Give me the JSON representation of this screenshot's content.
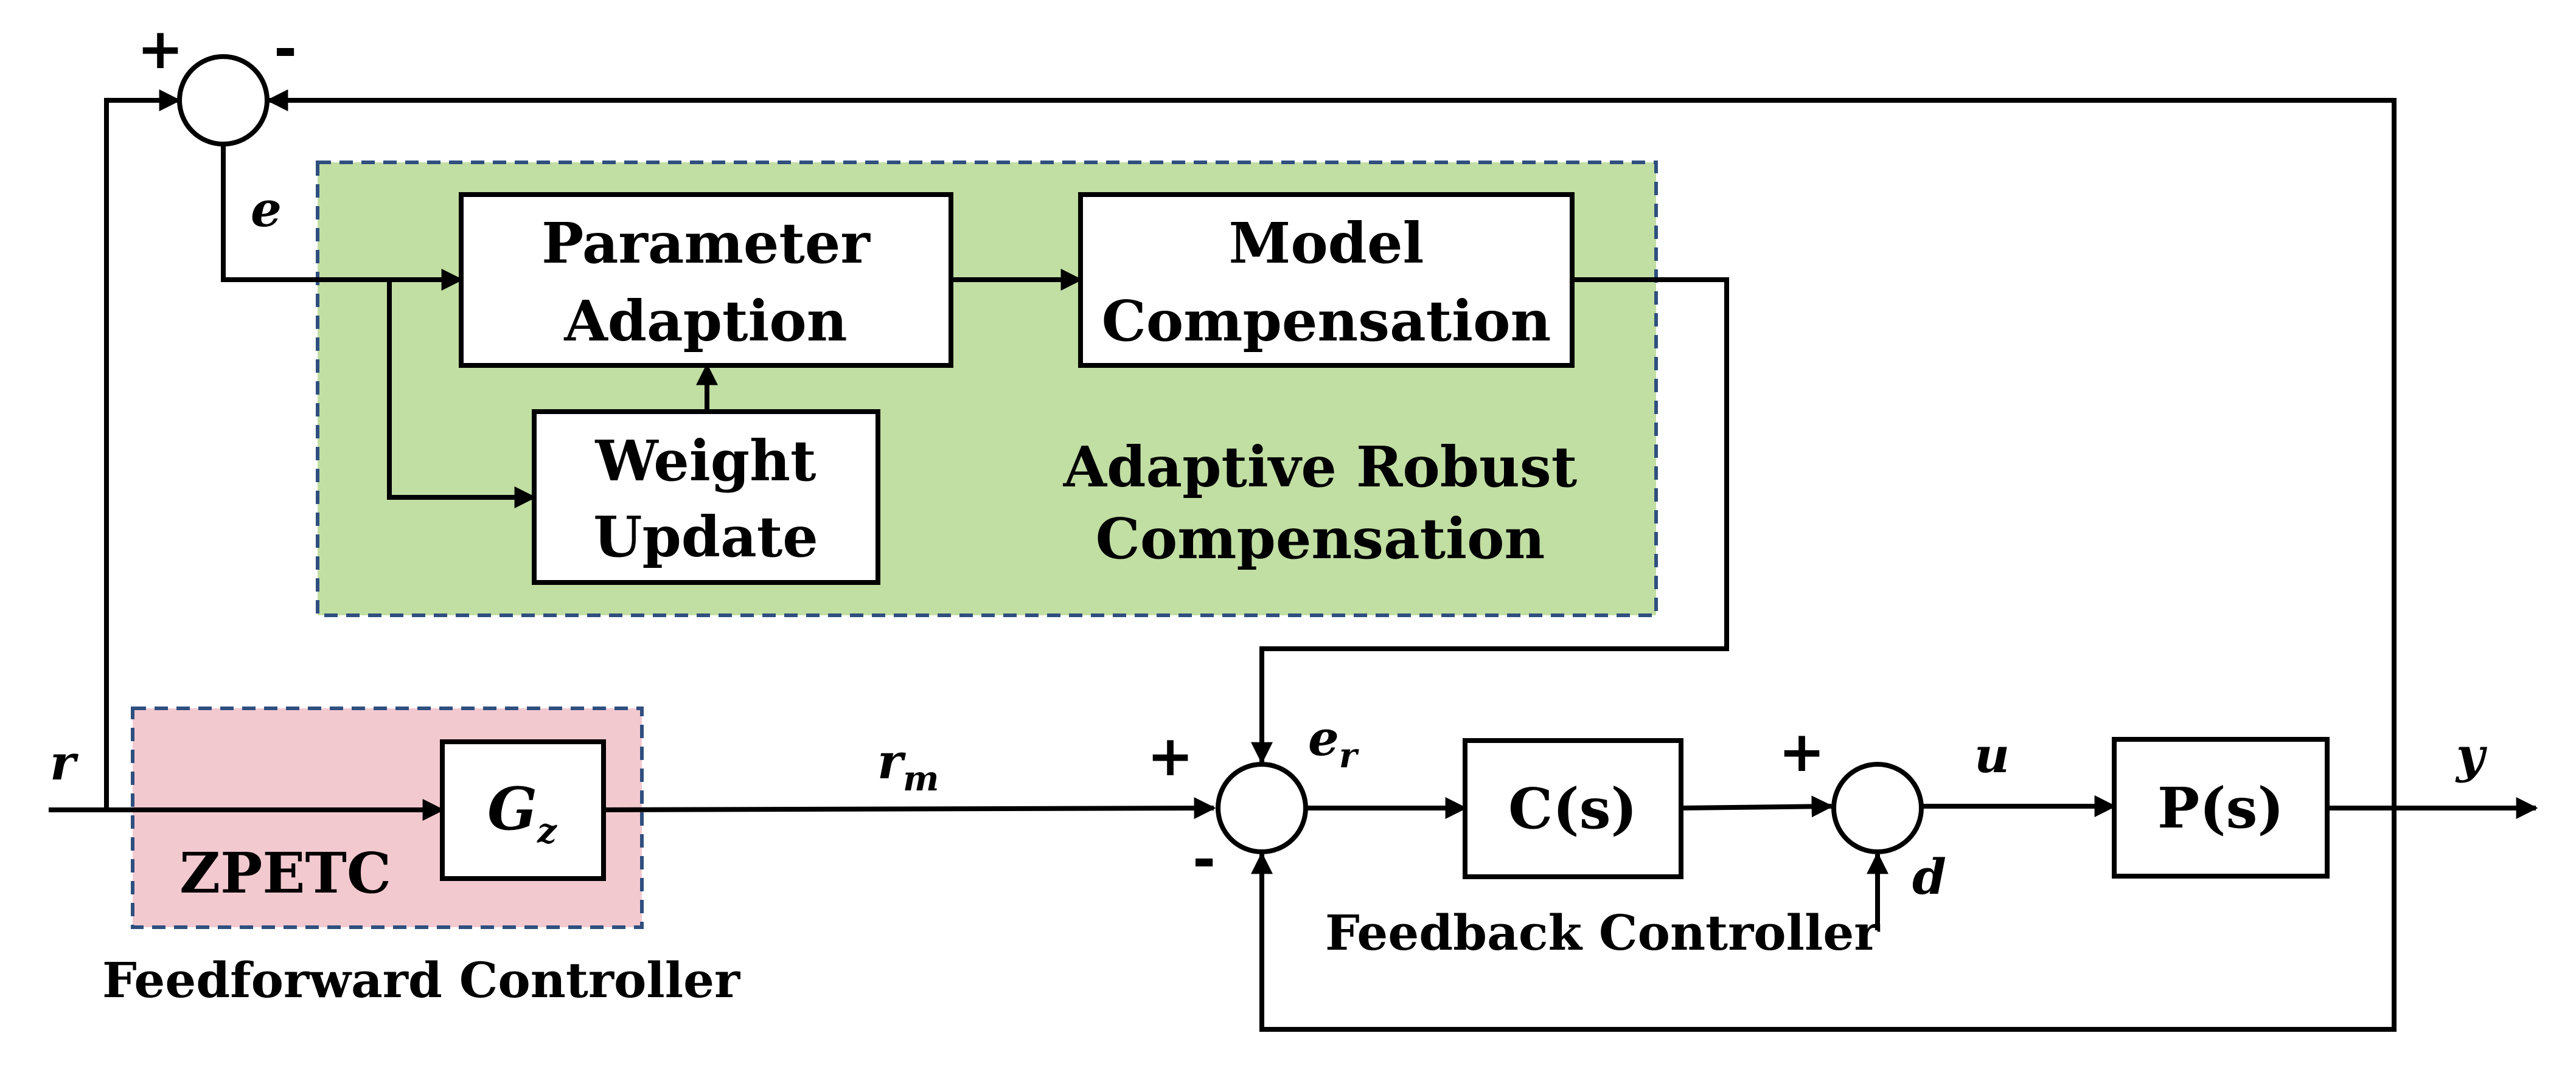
{
  "colors": {
    "adaptive_region": "#c1dea3",
    "feedforward_region": "#f3c9d0",
    "c_block": "#d7ebf6",
    "p_block": "#e3d6ea",
    "feedback_caption": "#c06465",
    "region_border": "#2f4f7f"
  },
  "blocks": {
    "parameter_adaption": [
      "Parameter",
      "Adaption"
    ],
    "model_compensation": [
      "Model",
      "Compensation"
    ],
    "weight_update": [
      "Weight",
      "Update"
    ],
    "gz": {
      "base": "G",
      "sub": "z"
    },
    "controller": "C(s)",
    "plant": "P(s)"
  },
  "regions": {
    "adaptive": [
      "Adaptive Robust",
      "Compensation"
    ],
    "zpetc": "ZPETC",
    "feedforward_caption": "Feedforward Controller",
    "feedback_caption": "Feedback Controller"
  },
  "signals": {
    "r": "r",
    "e": "e",
    "rm": {
      "base": "r",
      "sub": "m"
    },
    "er": {
      "base": "e",
      "sub": "r"
    },
    "u": "u",
    "y": "y",
    "d": "d"
  },
  "signs": {
    "top_plus": "+",
    "top_minus": "-",
    "mid_plus": "+",
    "mid_minus": "-",
    "dist_plus": "+"
  }
}
